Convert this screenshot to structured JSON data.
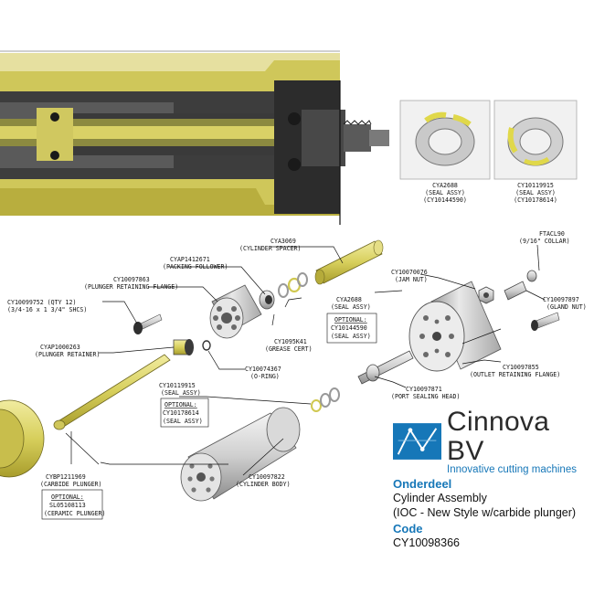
{
  "colors": {
    "brand_blue": "#1677b8",
    "part_yellow": "#d9d166",
    "steel_grey": "#c8c8c8",
    "housing_dark": "#3a3a3a"
  },
  "inset_views": [
    {
      "part": "CYA2688",
      "desc": "(SEAL ASSY)",
      "ref": "(CY10144590)"
    },
    {
      "part": "CY10119915",
      "desc": "(SEAL ASSY)",
      "ref": "(CY10178614)"
    }
  ],
  "callouts": {
    "cya3069": {
      "part": "CYA3069",
      "desc": "(CYLINDER SPACER)"
    },
    "cyap1412671": {
      "part": "CYAP1412671",
      "desc": "(PACKING FOLLOWER)"
    },
    "cy10097863": {
      "part": "CY10097863",
      "desc": "(PLUNGER RETAINING FLANGE)"
    },
    "cy10099752": {
      "part": "CY10099752 (QTY 12)",
      "desc": "(3/4-16 x 1 3/4\" SHCS)"
    },
    "cya2688": {
      "part": "CYA2688",
      "desc": "(SEAL ASSY)",
      "optional": "OPTIONAL:",
      "opt_part": "CY10144590",
      "opt_desc": "(SEAL ASSY)"
    },
    "cy1095k41": {
      "part": "CY1095K41",
      "desc": "(GREASE CERT)"
    },
    "cyap1000263": {
      "part": "CYAP1000263",
      "desc": "(PLUNGER RETAINER)"
    },
    "cy10074367": {
      "part": "CY10074367",
      "desc": "(O-RING)"
    },
    "cy10119915": {
      "part": "CY10119915",
      "desc": "(SEAL ASSY)",
      "optional": "OPTIONAL:",
      "opt_part": "CY10178614",
      "opt_desc": "(SEAL ASSY)"
    },
    "cy10070076": {
      "part": "CY10070076",
      "desc": "(JAM NUT)"
    },
    "ftacl90": {
      "part": "FTACL90",
      "desc": "(9/16\" COLLAR)"
    },
    "cy10097897": {
      "part": "CY10097897",
      "desc": "(GLAND NUT)"
    },
    "cy10097855": {
      "part": "CY10097855",
      "desc": "(OUTLET RETAINING FLANGE)"
    },
    "cy10097871": {
      "part": "CY10097871",
      "desc": "(PORT SEALING HEAD)"
    },
    "cybp1211969": {
      "part": "CYBP1211969",
      "desc": "(CARBIDE PLUNGER)",
      "optional": "OPTIONAL:",
      "opt_part": "SL05108113",
      "opt_desc": "(CERAMIC PLUNGER)"
    },
    "cy10097822": {
      "part": "CY10097822",
      "desc": "(CYLINDER BODY)"
    }
  },
  "info_panel": {
    "brand_name": "Cinnova BV",
    "tagline": "Innovative cutting machines",
    "part_header": "Onderdeel",
    "part_line1": "Cylinder Assembly",
    "part_line2": "(IOC - New Style w/carbide plunger)",
    "code_header": "Code",
    "code_value": "CY10098366"
  }
}
